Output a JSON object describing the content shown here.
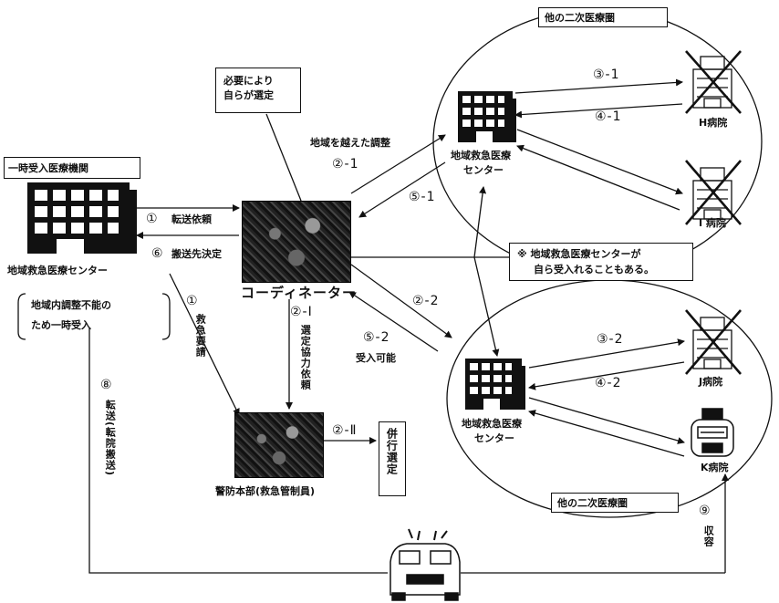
{
  "labels": {
    "other_region_top": "他の二次医療圏",
    "other_region_bottom": "他の二次医療圏",
    "self_select_line1": "必要により",
    "self_select_line2": "自らが選定",
    "cross_region": "地域を越えた調整",
    "step_2_1": "②-1",
    "step_5_1": "⑤-1",
    "step_3_1": "③-1",
    "step_4_1": "④-1",
    "hospital_h": "H病院",
    "hospital_i": "I 病院",
    "center_top_line1": "地域救急医療",
    "center_top_line2": "センター",
    "temp_facility": "一時受入医療機関",
    "step_1": "①",
    "transfer_request": "転送依頼",
    "step_6": "⑥",
    "destination_decided": "搬送先決定",
    "coordinator": "コーディネーター",
    "center_left": "地域救急医療センター",
    "note_line1": "※ 地域救急医療センターが",
    "note_line2": "自ら受入れることもある。",
    "temp_accept_line1": "地域内調整不能の",
    "temp_accept_line2": "ため一時受入",
    "step_1b": "①",
    "emergency_call": "救急要請",
    "step_2_I": "②-Ⅰ",
    "selection_request": "選定協力依頼",
    "step_2_2": "②-2",
    "step_5_2": "⑤-2",
    "acceptable": "受入可能",
    "step_3_2": "③-2",
    "step_4_2": "④-2",
    "hospital_j": "J病院",
    "center_bottom_line1": "地域救急医療",
    "center_bottom_line2": "センター",
    "step_8": "⑧",
    "transfer_vertical": "転送(転院搬送)",
    "step_2_II": "②-Ⅱ",
    "parallel_select": "併行選定",
    "fire_hq": "警防本部(救急管制員)",
    "hospital_k": "K病院",
    "step_9": "⑨",
    "admission": "収容"
  }
}
